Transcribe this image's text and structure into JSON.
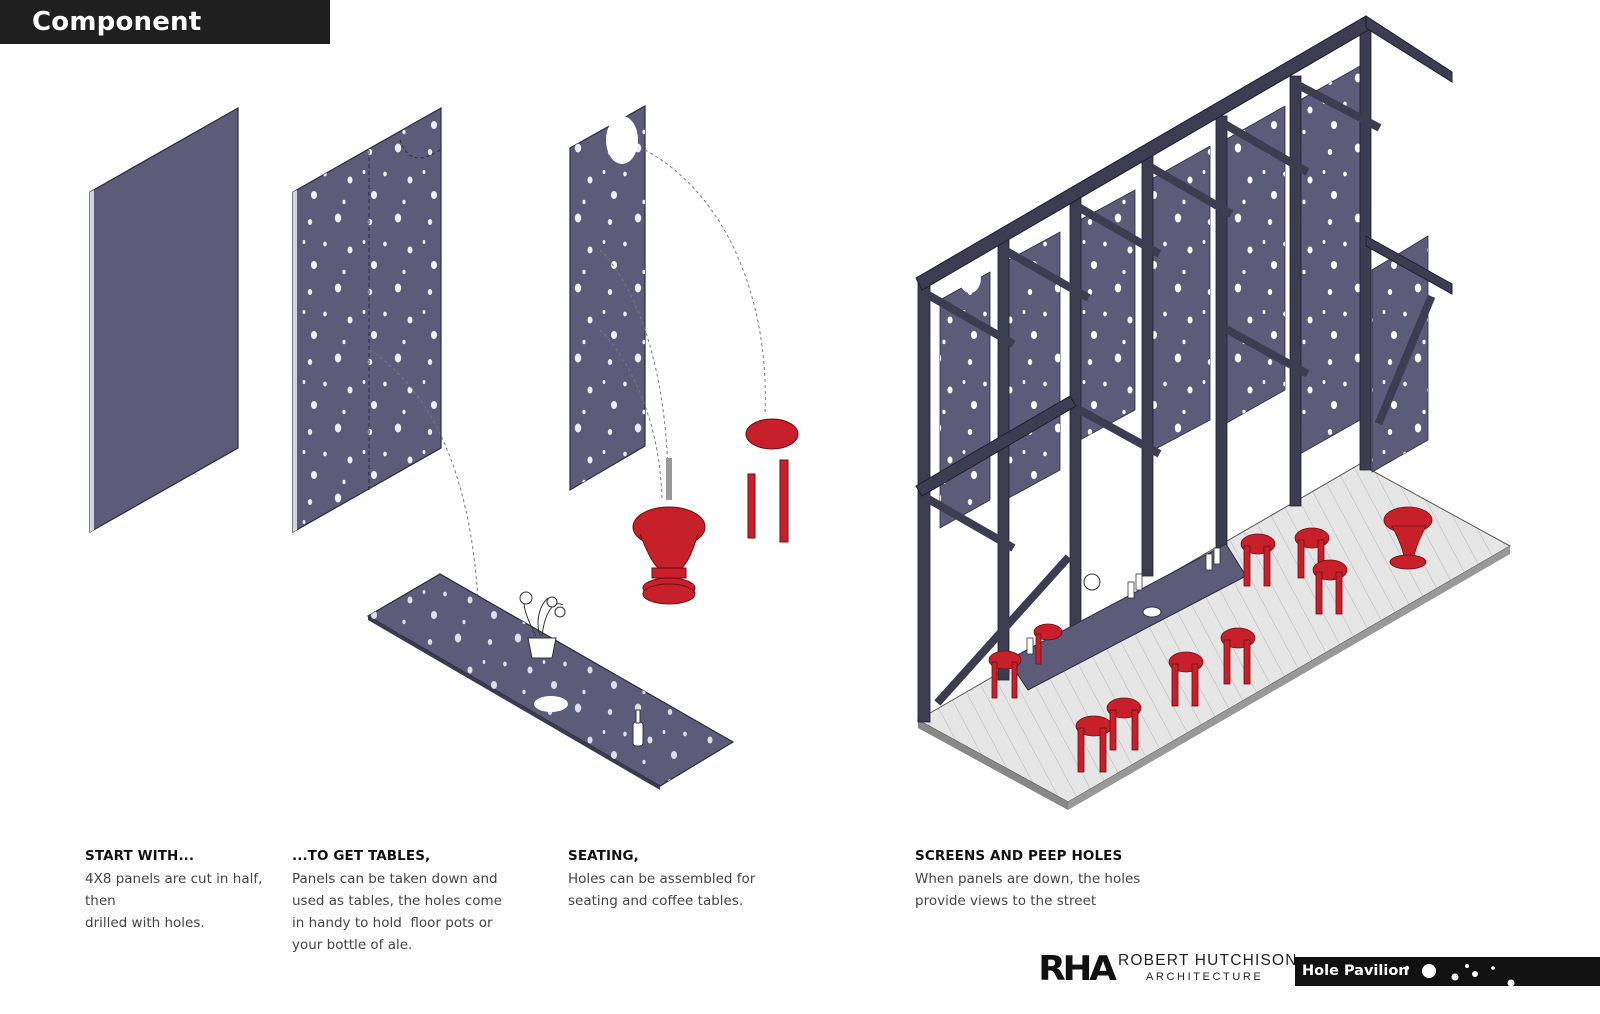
{
  "title": "Component Diagrams",
  "captions": [
    {
      "heading": "START WITH...",
      "lines": [
        "4X8 panels are cut in half, then",
        "drilled with holes."
      ]
    },
    {
      "heading": "...TO GET TABLES,",
      "lines": [
        "Panels can be taken down and",
        "used as tables, the holes come",
        "in handy to hold  floor pots or",
        "your bottle of ale."
      ]
    },
    {
      "heading": "SEATING,",
      "lines": [
        "Holes can be assembled for",
        "seating and coffee tables."
      ]
    },
    {
      "heading": "SCREENS AND PEEP HOLES",
      "lines": [
        "When panels are down, the holes",
        "provide views to the street"
      ]
    }
  ],
  "brand": {
    "mark": "RHA",
    "name": "ROBERT HUTCHISON",
    "subtitle": "ARCHITECTURE",
    "project": "Hole Pavilion"
  },
  "colors": {
    "panel": "#5a5a78",
    "panel_edge": "#c8c8d8",
    "frame": "#3d3d52",
    "stool": "#c8202a",
    "deck": "#e4e4e4"
  }
}
